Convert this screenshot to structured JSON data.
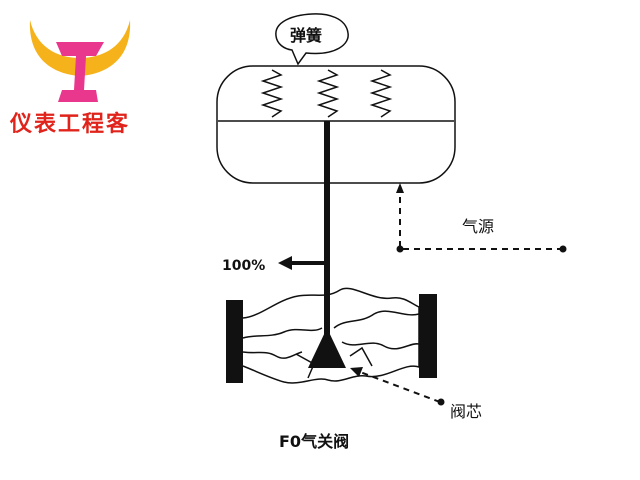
{
  "logo": {
    "text": "仪表工程客",
    "colors": {
      "horns": "#f5b21a",
      "letter": "#e8378c",
      "text": "#e0241c"
    }
  },
  "labels": {
    "spring": "弹簧",
    "air_source": "气源",
    "stroke_percent": "100%",
    "valve_core": "阀芯",
    "title": "F0气关阀"
  }
}
